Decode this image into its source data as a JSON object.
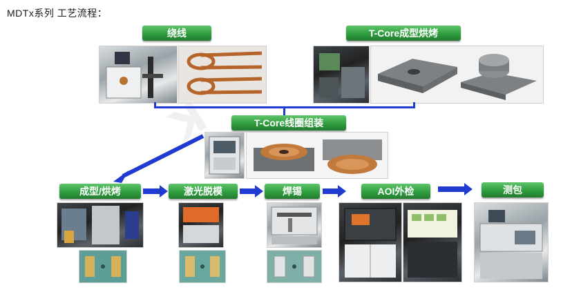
{
  "title": "MDTx系列 工艺流程：",
  "steps": {
    "winding": "绕线",
    "tcore_forming": "T-Core成型烘烤",
    "assembly": "T-Core线圈组装",
    "forming_baking": "成型/烘烤",
    "laser_stripping": "激光脱模",
    "soldering": "焊锡",
    "aoi": "AOI外检",
    "test_pack": "测包"
  },
  "colors": {
    "label_green": "#2f9e3f",
    "arrow_blue": "#1f3bd1"
  }
}
